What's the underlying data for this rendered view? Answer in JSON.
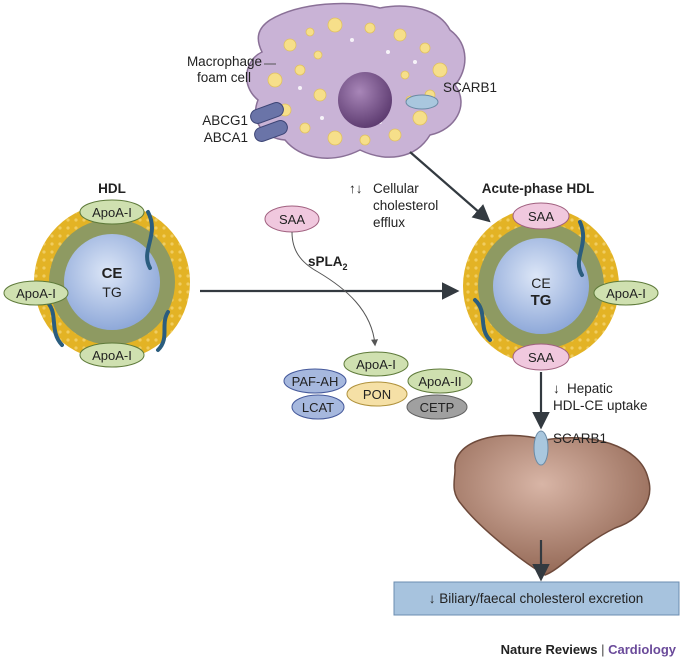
{
  "colors": {
    "arrow": "#333a40",
    "hdl_ring": "#e3b325",
    "hdl_mid": "#8e9a62",
    "hdl_core": "#a9c0e8",
    "apoa_pill": "#cfe0b0",
    "saa_pill": "#f0c8de",
    "pafah_pill": "#a6b8de",
    "pon_pill": "#f5e0a6",
    "cetp_pill": "#a0a0a0",
    "macrophage": "#c9b3d6",
    "liver": "#a87c68",
    "excretion_box": "#a7c3de"
  },
  "macrophage": {
    "label_line1": "Macrophage",
    "label_line2": "foam cell",
    "scarb1": "SCARB1",
    "abcg1": "ABCG1",
    "abca1": "ABCA1"
  },
  "efflux": {
    "arrows": "↑↓",
    "line1": "Cellular",
    "line2": "cholesterol",
    "line3": "efflux"
  },
  "hdl": {
    "title": "HDL",
    "ce": "CE",
    "tg": "TG",
    "apoa_top": "ApoA-I",
    "apoa_left": "ApoA-I",
    "apoa_bottom": "ApoA-I"
  },
  "acute_hdl": {
    "title": "Acute-phase HDL",
    "ce": "CE",
    "tg": "TG",
    "saa_top": "SAA",
    "saa_bottom": "SAA",
    "apoa_right": "ApoA-I"
  },
  "saa_free": "SAA",
  "spla2": {
    "main": "sPLA",
    "sub": "2"
  },
  "enzymes": {
    "apoa1": "ApoA-I",
    "pafah": "PAF-AH",
    "apoa2": "ApoA-II",
    "pon": "PON",
    "lcat": "LCAT",
    "cetp": "CETP"
  },
  "hepatic": {
    "arrow": "↓",
    "line1": "Hepatic",
    "line2": "HDL-CE uptake"
  },
  "liver_scarb1": "SCARB1",
  "excretion": "↓ Biliary/faecal cholesterol excretion",
  "footer": {
    "journal": "Nature Reviews",
    "separator": " | ",
    "section": "Cardiology"
  }
}
